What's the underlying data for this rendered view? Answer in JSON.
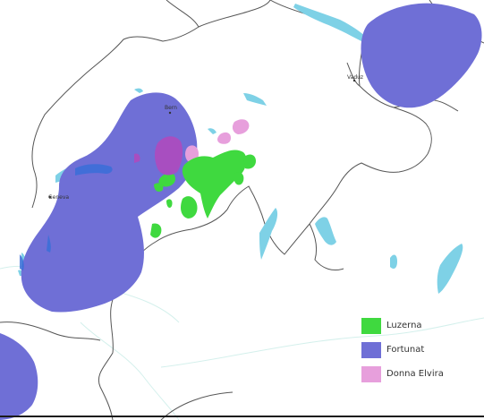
{
  "cities": {
    "bern": "Bern",
    "geneva": "Geneva",
    "vaduz": "Vaduz"
  },
  "legend": [
    {
      "label": "Luzerna",
      "color": "#3fd93f"
    },
    {
      "label": "Fortunat",
      "color": "#6f6fd6"
    },
    {
      "label": "Donna Elvira",
      "color": "#e79fdc"
    }
  ],
  "colors": {
    "water": "#7ed1e6",
    "border": "#444444",
    "road": "#d4f0ec",
    "luzerna": "#3fd93f",
    "fortunat": "#6f6fd6",
    "donna_elvira": "#e79fdc"
  }
}
